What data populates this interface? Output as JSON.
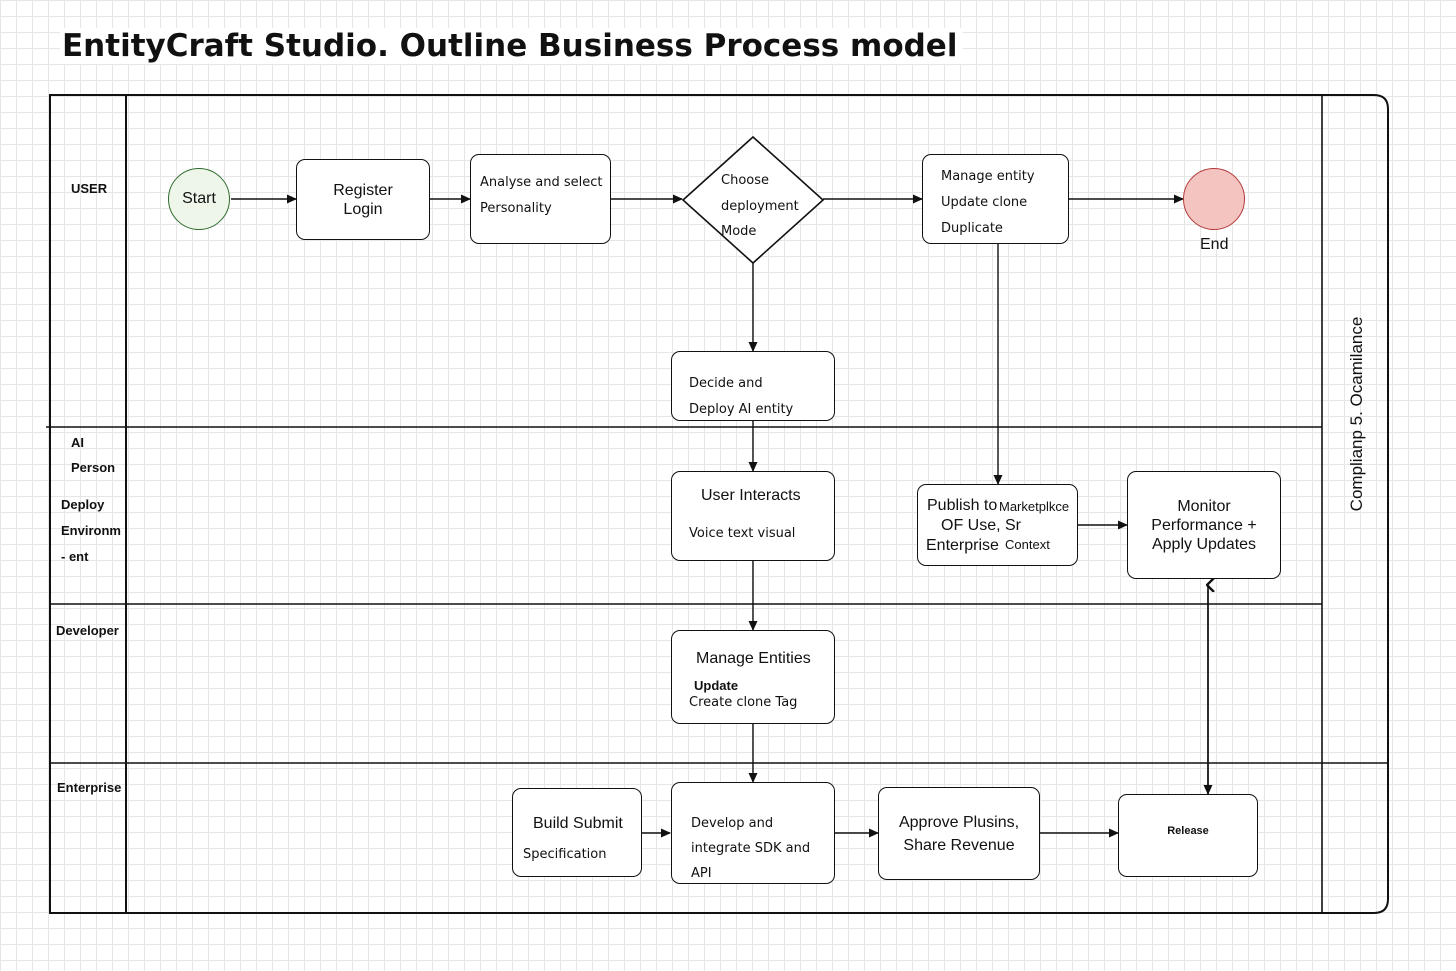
{
  "title": "EntityCraft Studio. Outline Business Process model",
  "lanes": {
    "user": [
      "USER"
    ],
    "ai": [
      "AI",
      "Person",
      "Deploy",
      "Environm",
      "- ent"
    ],
    "developer": [
      "Developer"
    ],
    "enterprise": [
      "Enterprise"
    ]
  },
  "side_label": "Complianp 5. Ocamilance",
  "colors": {
    "start_fill": "#eef6ea",
    "start_stroke": "#2e6b2e",
    "end_fill": "#f4c4c0",
    "end_stroke": "#b23a3a",
    "line": "#111111"
  },
  "nodes": {
    "start": "Start",
    "end": "End",
    "register": [
      "Register",
      "Login"
    ],
    "analyse": [
      "Analyse and select",
      "Personality"
    ],
    "choose": [
      "Choose",
      "deployment",
      "Mode"
    ],
    "manage_entity": [
      "Manage entity",
      "Update clone",
      "Duplicate"
    ],
    "decide": [
      "Decide and",
      "Deploy AI entity"
    ],
    "user_interacts": [
      "User Interacts",
      "Voice text visual"
    ],
    "publish": [
      "Publish to",
      "Marketplkce",
      "OF Use, Sr",
      "Enterprise",
      "Context"
    ],
    "monitor": [
      "Monitor",
      "Performance +",
      "Apply Updates"
    ],
    "manage_entities": [
      "Manage Entities",
      "Update",
      "Create clone Tag"
    ],
    "build": [
      "Build Submit",
      "Specification"
    ],
    "develop": [
      "Develop and",
      "integrate SDK  and",
      "API"
    ],
    "approve": [
      "Approve Plusins,",
      "Share Revenue"
    ],
    "release": "Release"
  }
}
